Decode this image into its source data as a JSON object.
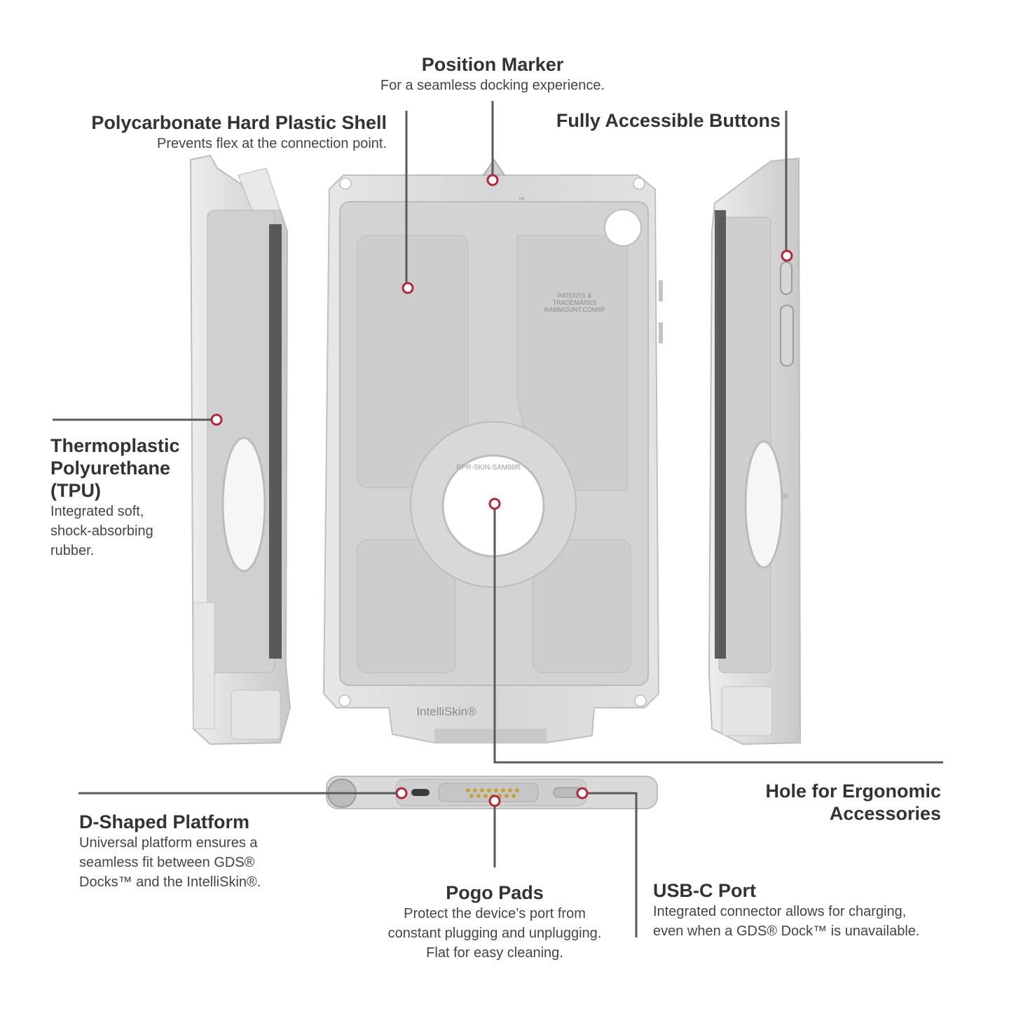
{
  "callouts": {
    "position_marker": {
      "title": "Position Marker",
      "desc": "For a seamless docking experience."
    },
    "polycarbonate_shell": {
      "title": "Polycarbonate Hard Plastic Shell",
      "desc": "Prevents flex at the connection point."
    },
    "accessible_buttons": {
      "title": "Fully Accessible Buttons"
    },
    "tpu": {
      "title_lines": [
        "Thermoplastic",
        "Polyurethane",
        "(TPU)"
      ],
      "desc_lines": [
        "Integrated soft,",
        "shock-absorbing",
        "rubber."
      ]
    },
    "ergonomic_hole": {
      "title_lines": [
        "Hole for Ergonomic",
        "Accessories"
      ]
    },
    "d_platform": {
      "title": "D-Shaped Platform",
      "desc_lines": [
        "Universal platform ensures a",
        "seamless fit between GDS®",
        "Docks™ and the IntelliSkin®."
      ]
    },
    "pogo_pads": {
      "title": "Pogo Pads",
      "desc_lines": [
        "Protect the device’s port from",
        "constant plugging and unplugging.",
        "Flat for easy cleaning."
      ]
    },
    "usb_c": {
      "title": "USB-C Port",
      "desc_lines": [
        "Integrated connector allows for charging,",
        "even when a GDS® Dock™ is unavailable."
      ]
    }
  },
  "product": {
    "brand_mark": "IntelliSkin®",
    "model_engraving": "RPR-SKIN-SAM88R",
    "patent_engraving": [
      "PATENTS &",
      "TRADEMARKS",
      "RAMMOUNT.COM/IP"
    ],
    "trademark_symbol": "™"
  },
  "colors": {
    "callout_dot": "#b0283a",
    "leader_line": "#5a5a5a",
    "case_body": "#dcdcdc",
    "case_inner": "#cfcfcf"
  }
}
